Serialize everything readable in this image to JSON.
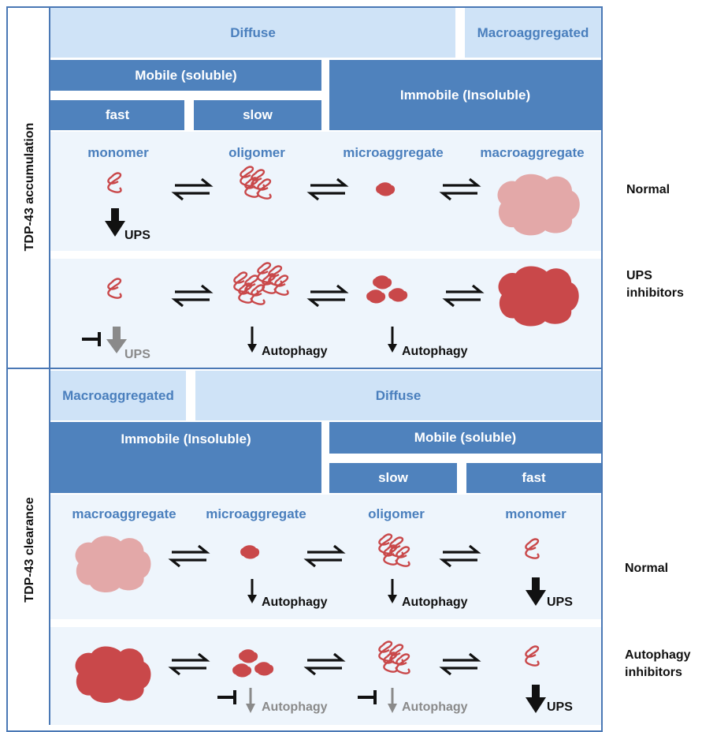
{
  "sections": {
    "accumulation_label": "TDP-43 accumulation",
    "clearance_label": "TDP-43 clearance"
  },
  "accumulation": {
    "diffuse": "Diffuse",
    "macroaggregated": "Macroaggregated",
    "mobile": "Mobile (soluble)",
    "immobile": "Immobile (Insoluble)",
    "fast": "fast",
    "slow": "slow",
    "species": [
      "monomer",
      "oligomer",
      "microaggregate",
      "macroaggregate"
    ],
    "normal_label": "Normal",
    "inhibitor_label": "UPS\ninhibitors",
    "ups": "UPS",
    "autophagy": "Autophagy"
  },
  "clearance": {
    "macroaggregated": "Macroaggregated",
    "diffuse": "Diffuse",
    "immobile": "Immobile (Insoluble)",
    "mobile": "Mobile (soluble)",
    "slow": "slow",
    "fast": "fast",
    "species": [
      "macroaggregate",
      "microaggregate",
      "oligomer",
      "monomer"
    ],
    "normal_label": "Normal",
    "inhibitor_label": "Autophagy\ninhibitors",
    "ups": "UPS",
    "autophagy": "Autophagy"
  },
  "colors": {
    "header_dark": "#4f82bd",
    "header_light": "#cfe3f7",
    "panel": "#eef5fc",
    "protein_dark": "#c9484a",
    "protein_light": "#e3a8a8",
    "blocked": "#8a8a8a"
  },
  "icons": [
    "equilibrium-arrows-icon",
    "down-arrow-icon",
    "inhibition-bar-icon",
    "monomer-coil-icon",
    "oligomer-coil-icon",
    "aggregate-blob-icon"
  ]
}
